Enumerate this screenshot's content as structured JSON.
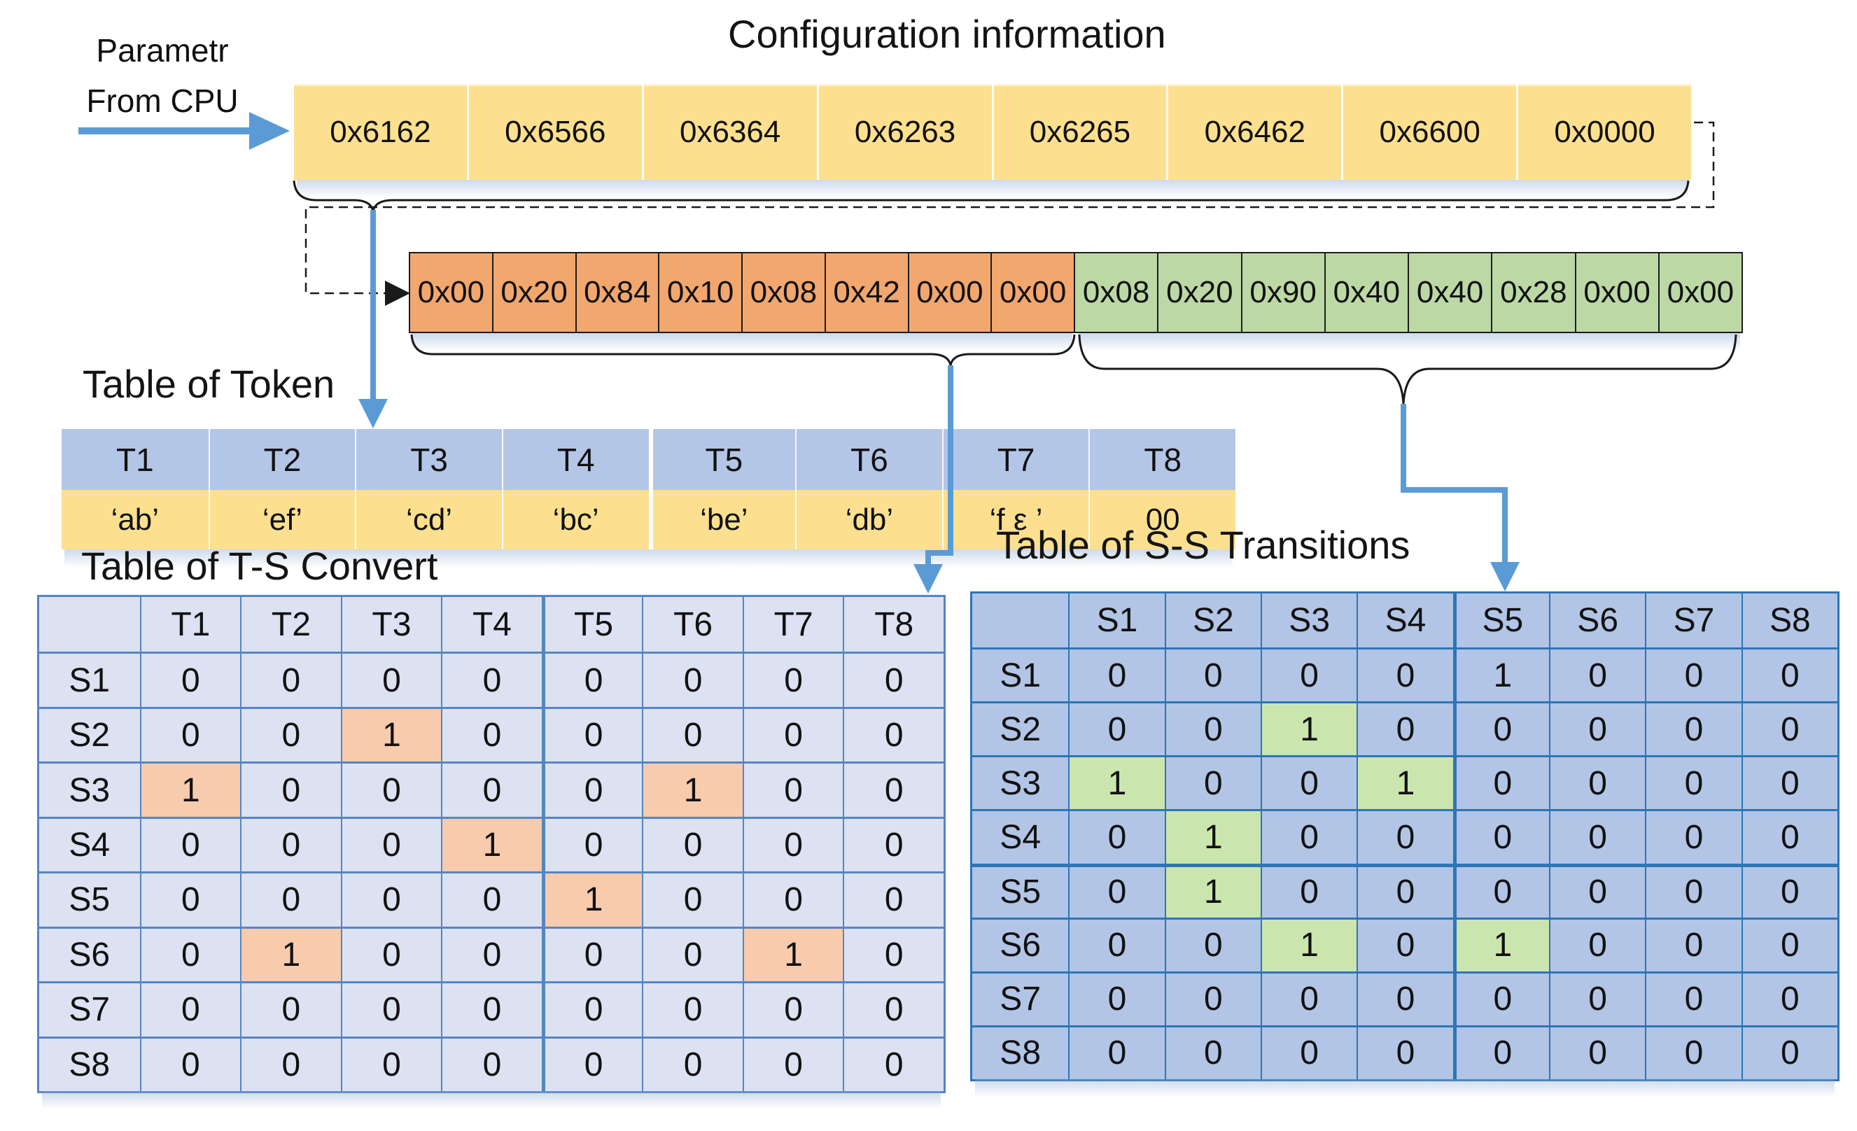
{
  "header": {
    "cpu_label_lines": [
      "Parametr",
      "From CPU"
    ],
    "config_title": "Configuration information"
  },
  "config_row": [
    "0x6162",
    "0x6566",
    "0x6364",
    "0x6263",
    "0x6265",
    "0x6462",
    "0x6600",
    "0x0000"
  ],
  "byte_rows": {
    "orange": [
      "0x00",
      "0x20",
      "0x84",
      "0x10",
      "0x08",
      "0x42",
      "0x00",
      "0x00"
    ],
    "green": [
      "0x08",
      "0x20",
      "0x90",
      "0x40",
      "0x40",
      "0x28",
      "0x00",
      "0x00"
    ]
  },
  "token_table": {
    "title": "Table of Token",
    "headers": [
      "T1",
      "T2",
      "T3",
      "T4",
      "T5",
      "T6",
      "T7",
      "T8"
    ],
    "values": [
      "‘ab’",
      "‘ef’",
      "‘cd’",
      "‘bc’",
      "‘be’",
      "‘db’",
      "‘f ε ’",
      "00"
    ]
  },
  "ts_table": {
    "title": "Table of T-S Convert",
    "col_headers": [
      "T1",
      "T2",
      "T3",
      "T4",
      "T5",
      "T6",
      "T7",
      "T8"
    ],
    "row_headers": [
      "S1",
      "S2",
      "S3",
      "S4",
      "S5",
      "S6",
      "S7",
      "S8"
    ],
    "cells": [
      [
        "0",
        "0",
        "0",
        "0",
        "0",
        "0",
        "0",
        "0"
      ],
      [
        "0",
        "0",
        "1",
        "0",
        "0",
        "0",
        "0",
        "0"
      ],
      [
        "1",
        "0",
        "0",
        "0",
        "0",
        "1",
        "0",
        "0"
      ],
      [
        "0",
        "0",
        "0",
        "1",
        "0",
        "0",
        "0",
        "0"
      ],
      [
        "0",
        "0",
        "0",
        "0",
        "1",
        "0",
        "0",
        "0"
      ],
      [
        "0",
        "1",
        "0",
        "0",
        "0",
        "0",
        "1",
        "0"
      ],
      [
        "0",
        "0",
        "0",
        "0",
        "0",
        "0",
        "0",
        "0"
      ],
      [
        "0",
        "0",
        "0",
        "0",
        "0",
        "0",
        "0",
        "0"
      ]
    ],
    "highlight_cells": [
      [
        1,
        2
      ],
      [
        2,
        0
      ],
      [
        2,
        5
      ],
      [
        3,
        3
      ],
      [
        4,
        4
      ],
      [
        5,
        1
      ],
      [
        5,
        6
      ]
    ]
  },
  "ss_table": {
    "title": "Table of S-S Transitions",
    "col_headers": [
      "S1",
      "S2",
      "S3",
      "S4",
      "S5",
      "S6",
      "S7",
      "S8"
    ],
    "row_headers": [
      "S1",
      "S2",
      "S3",
      "S4",
      "S5",
      "S6",
      "S7",
      "S8"
    ],
    "cells": [
      [
        "0",
        "0",
        "0",
        "0",
        "1",
        "0",
        "0",
        "0"
      ],
      [
        "0",
        "0",
        "1",
        "0",
        "0",
        "0",
        "0",
        "0"
      ],
      [
        "1",
        "0",
        "0",
        "1",
        "0",
        "0",
        "0",
        "0"
      ],
      [
        "0",
        "1",
        "0",
        "0",
        "0",
        "0",
        "0",
        "0"
      ],
      [
        "0",
        "1",
        "0",
        "0",
        "0",
        "0",
        "0",
        "0"
      ],
      [
        "0",
        "0",
        "1",
        "0",
        "1",
        "0",
        "0",
        "0"
      ],
      [
        "0",
        "0",
        "0",
        "0",
        "0",
        "0",
        "0",
        "0"
      ],
      [
        "0",
        "0",
        "0",
        "0",
        "0",
        "0",
        "0",
        "0"
      ]
    ],
    "highlight_cells": [
      [
        1,
        2
      ],
      [
        2,
        0
      ],
      [
        2,
        3
      ],
      [
        3,
        1
      ],
      [
        4,
        1
      ],
      [
        5,
        2
      ],
      [
        5,
        4
      ]
    ]
  },
  "colors": {
    "yellow_cell": "#FCE08F",
    "orange_cell": "#F2A76E",
    "green_cell": "#BCD9A5",
    "header_blue": "#B4C6E7",
    "ts_cell_blue": "#DCE2F2",
    "ss_cell_blue": "#B2C5E6",
    "ts_highlight": "#F8CBAD",
    "ss_highlight": "#CBE5AE",
    "ts_border": "#5585C2",
    "ss_border": "#2E75B6",
    "arrow_blue": "#5B9BD5",
    "line_black": "#1a1a1a"
  }
}
